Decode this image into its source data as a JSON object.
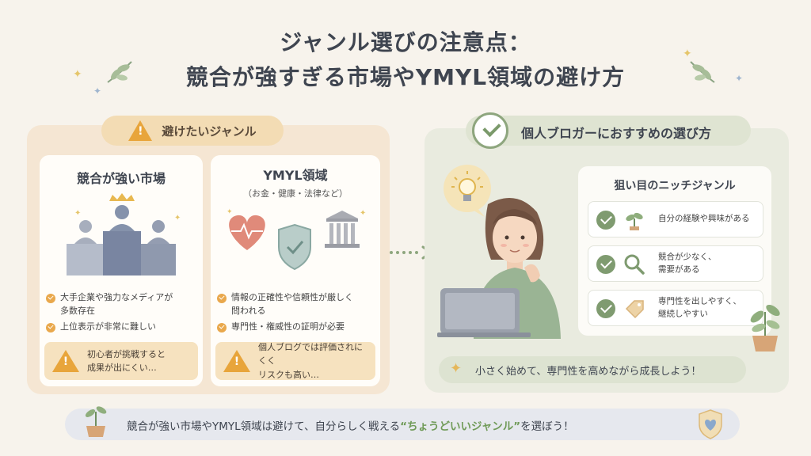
{
  "title": {
    "line1": "ジャンル選びの注意点：",
    "line2": "競合が強すぎる市場やYMYL領域の避け方"
  },
  "left_section": {
    "header": "避けたいジャンル",
    "card1": {
      "title": "競合が強い市場",
      "bullets": [
        "大手企業や強力なメディアが",
        "多数存在",
        "上位表示が非常に難しい"
      ],
      "warning_line1": "初心者が挑戦すると",
      "warning_line2": "成果が出にくい…"
    },
    "card2": {
      "title": "YMYL領域",
      "subtitle": "（お金・健康・法律など）",
      "bullets": [
        "情報の正確性や信頼性が厳しく",
        "問われる",
        "専門性・権威性の証明が必要"
      ],
      "warning_line1": "個人ブログでは評価されにくく",
      "warning_line2": "リスクも高い…"
    }
  },
  "right_section": {
    "header": "個人ブロガーにおすすめの選び方",
    "niche_title": "狙い目のニッチジャンル",
    "items": [
      {
        "icon": "sprout-icon",
        "line1": "自分の経験や興味がある",
        "line2": ""
      },
      {
        "icon": "magnifier-icon",
        "line1": "競合が少なく、",
        "line2": "需要がある"
      },
      {
        "icon": "tag-icon",
        "line1": "専門性を出しやすく、",
        "line2": "継続しやすい"
      }
    ],
    "bottom_message": "小さく始めて、専門性を高めながら成長しよう！"
  },
  "footer": {
    "before": "競合が強い市場やYMYL領域は避けて、自分らしく戦える",
    "highlight": "“ちょうどいいジャンル”",
    "after": "を選ぼう！"
  },
  "colors": {
    "warning_orange": "#e8a53b",
    "recommend_green": "#7f9b70",
    "left_panel_bg": "#f5e6d3",
    "right_panel_bg": "#e9ebdf"
  }
}
